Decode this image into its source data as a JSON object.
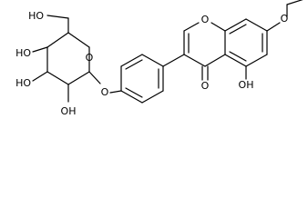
{
  "structure": {
    "atom_labels": {
      "hydroxymethyl_oh": "HO",
      "sugar_oh_4": "HO",
      "sugar_oh_3": "HO",
      "sugar_oh_2": "OH",
      "ring_o": "O",
      "glycosidic_o": "O",
      "chromone_ring_o": "O",
      "ethoxy_o": "O",
      "carbonyl_o": "O",
      "phenol_oh": "OH"
    }
  }
}
